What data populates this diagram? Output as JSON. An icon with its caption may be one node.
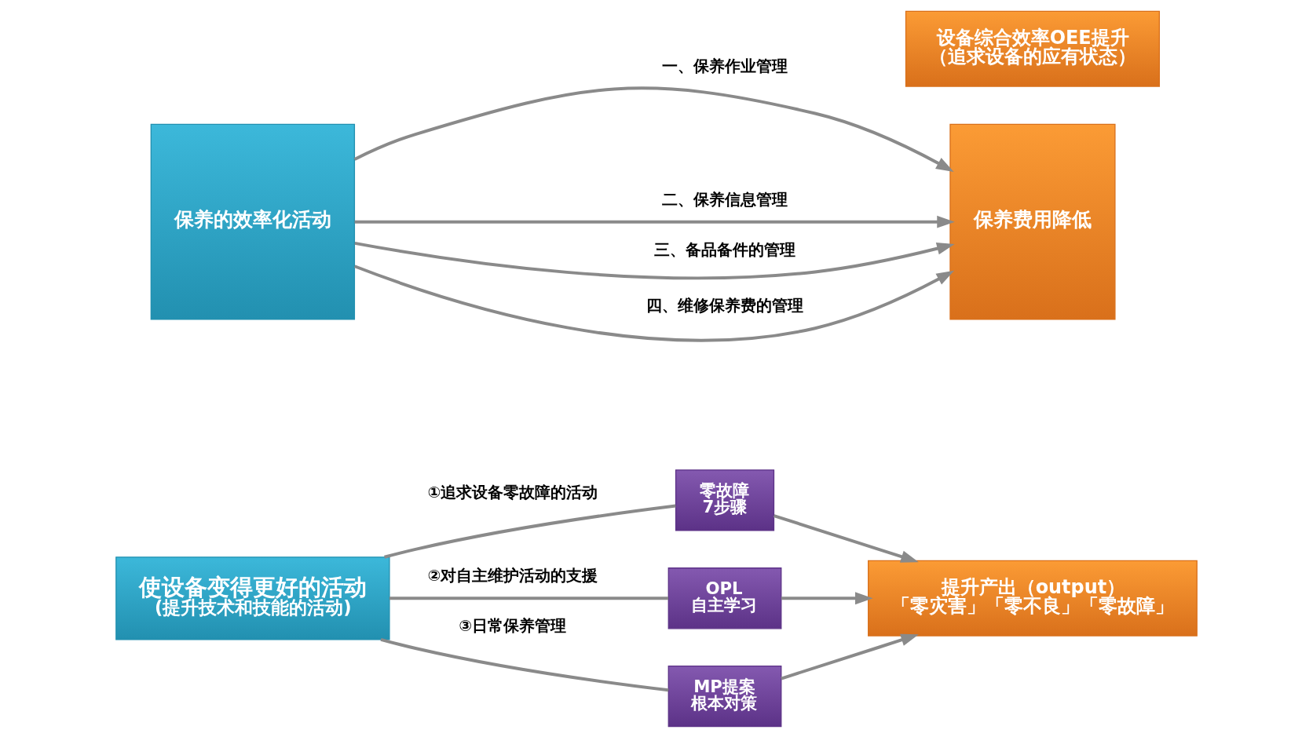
{
  "diagram": {
    "nodes": [
      {
        "text": [
          "使设备变得更好的活动",
          "(提升技术和技能的活动)"
        ]
      },
      {
        "text": [
          "保养的效率化活动"
        ]
      },
      {
        "text": [
          "保养费用降低"
        ]
      },
      {
        "text": [
          "零故障",
          "7步骤"
        ]
      },
      {
        "text": [
          "OPL",
          "自主学习"
        ]
      },
      {
        "text": [
          "MP提案",
          "根本对策"
        ]
      },
      {
        "text": [
          "提升产出（output）",
          "「零灾害」「零不良」「零故障」"
        ]
      },
      {
        "text": [
          "设备综合效率OEE提升",
          "（追求设备的应有状态）"
        ]
      }
    ],
    "edges": [
      {
        "from": 0,
        "to": 3,
        "arrow": "none",
        "label": "①追求设备零故障的活动"
      },
      {
        "from": 3,
        "to": 6,
        "arrow": "to"
      },
      {
        "from": 0,
        "to": 4,
        "arrow": "none",
        "label": "②对自主维护活动的支援"
      },
      {
        "from": 4,
        "to": 6,
        "arrow": "to"
      },
      {
        "from": 0,
        "to": 5,
        "arrow": "none",
        "label": "③日常保养管理"
      },
      {
        "from": 5,
        "to": 6,
        "arrow": "to"
      },
      {
        "from": 1,
        "to": 2,
        "arrow": "to",
        "label": "一、保养作业管理"
      },
      {
        "from": 1,
        "to": 2,
        "arrow": "to",
        "label": "二、保养信息管理"
      },
      {
        "from": 1,
        "to": 2,
        "arrow": "to",
        "label": "三、备品备件的管理"
      },
      {
        "from": 1,
        "to": 2,
        "arrow": "to",
        "label": "四、维修保养费的管理"
      }
    ]
  }
}
